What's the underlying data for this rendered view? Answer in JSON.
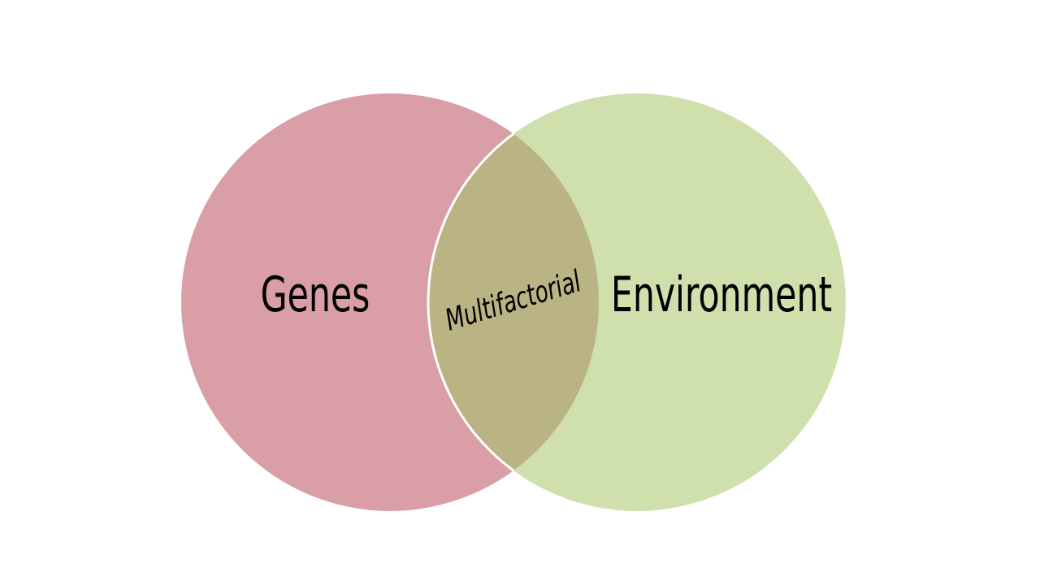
{
  "diagram": {
    "type": "venn",
    "left_set": {
      "label": "Genes",
      "color": "#d99ea6"
    },
    "right_set": {
      "label": "Environment",
      "color": "#cfe0ad"
    },
    "intersection": {
      "label": "Multifactorial",
      "color": "#bab384"
    },
    "outline_color": "#ffffff",
    "background": "#ffffff"
  }
}
